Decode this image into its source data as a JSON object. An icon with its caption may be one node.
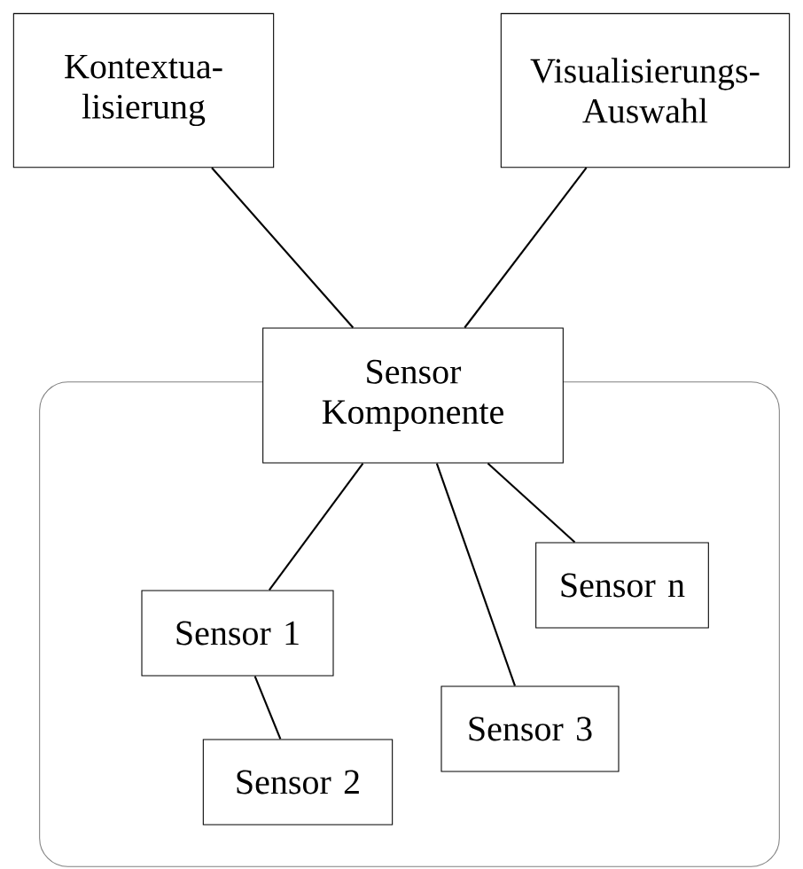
{
  "diagram": {
    "nodes": [
      {
        "text": [
          "Kontextua- lisierung"
        ]
      },
      {
        "text": [
          "Visualisierungs- Auswahl"
        ]
      },
      {
        "text": [],
        "shape": "box"
      },
      {
        "text": [
          "Sensor Komponente"
        ]
      },
      {
        "text": [
          "Sensor n"
        ],
        "in": 2
      },
      {
        "text": [
          "Sensor 1"
        ],
        "in": 2
      },
      {
        "text": [
          "Sensor 3"
        ],
        "in": 2
      },
      {
        "text": [
          "Sensor 2"
        ],
        "in": 2
      }
    ],
    "edges": [
      {
        "from": 0,
        "to": 3,
        "arrow": "none"
      },
      {
        "from": 1,
        "to": 3,
        "arrow": "none"
      },
      {
        "from": 3,
        "to": 5,
        "arrow": "none"
      },
      {
        "from": 3,
        "to": 6,
        "arrow": "none"
      },
      {
        "from": 3,
        "to": 4,
        "arrow": "none"
      },
      {
        "from": 5,
        "to": 7,
        "arrow": "none"
      }
    ]
  }
}
